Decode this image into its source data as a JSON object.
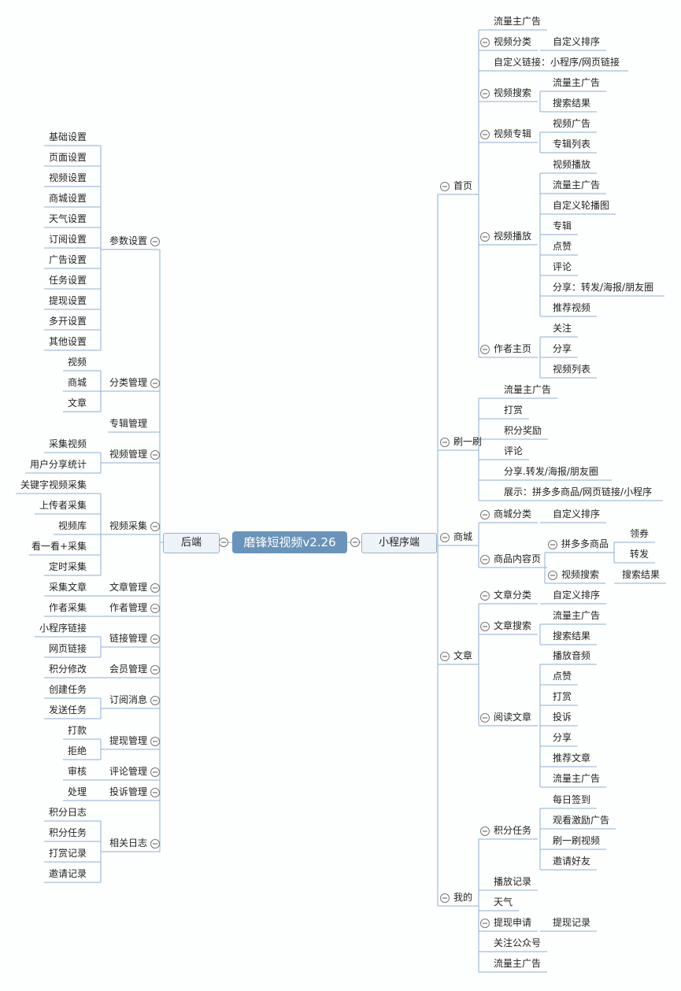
{
  "root": "磨锋短视频v2.26",
  "left_branch": "后端",
  "right_branch": "小程序端",
  "backend": [
    {
      "label": "参数设置",
      "children": [
        "基础设置",
        "页面设置",
        "视频设置",
        "商城设置",
        "天气设置",
        "订阅设置",
        "广告设置",
        "任务设置",
        "提现设置",
        "多开设置",
        "其他设置"
      ]
    },
    {
      "label": "分类管理",
      "children": [
        "视频",
        "商城",
        "文章"
      ]
    },
    {
      "label": "专辑管理",
      "children": []
    },
    {
      "label": "视频管理",
      "children": [
        "采集视频",
        "用户分享统计"
      ]
    },
    {
      "label": "视频采集",
      "children": [
        "关键字视频采集",
        "上传者采集",
        "视频库",
        "看一看+采集",
        "定时采集"
      ]
    },
    {
      "label": "文章管理",
      "children": [
        "采集文章"
      ]
    },
    {
      "label": "作者管理",
      "children": [
        "作者采集"
      ]
    },
    {
      "label": "链接管理",
      "children": [
        "小程序链接",
        "网页链接"
      ]
    },
    {
      "label": "会员管理",
      "children": [
        "积分修改"
      ]
    },
    {
      "label": "订阅消息",
      "children": [
        "创建任务",
        "发送任务"
      ]
    },
    {
      "label": "提现管理",
      "children": [
        "打款",
        "拒绝"
      ]
    },
    {
      "label": "评论管理",
      "children": [
        "审核"
      ]
    },
    {
      "label": "投诉管理",
      "children": [
        "处理"
      ]
    },
    {
      "label": "相关日志",
      "children": [
        "积分日志",
        "积分任务",
        "打赏记录",
        "邀请记录"
      ]
    }
  ],
  "miniapp": [
    {
      "label": "首页",
      "children": [
        {
          "label": "流量主广告",
          "children": []
        },
        {
          "label": "视频分类",
          "children": [
            {
              "label": "自定义排序"
            }
          ]
        },
        {
          "label": "自定义链接：小程序/网页链接",
          "children": []
        },
        {
          "label": "视频搜索",
          "children": [
            {
              "label": "流量主广告"
            },
            {
              "label": "搜索结果"
            }
          ]
        },
        {
          "label": "视频专辑",
          "children": [
            {
              "label": "视频广告"
            },
            {
              "label": "专辑列表"
            }
          ]
        },
        {
          "label": "视频播放",
          "children": [
            {
              "label": "视频播放"
            },
            {
              "label": "流量主广告"
            },
            {
              "label": "自定义轮播图"
            },
            {
              "label": "专辑"
            },
            {
              "label": "点赞"
            },
            {
              "label": "评论"
            },
            {
              "label": "分享：转发/海报/朋友圈"
            },
            {
              "label": "推荐视频"
            }
          ]
        },
        {
          "label": "作者主页",
          "children": [
            {
              "label": "关注"
            },
            {
              "label": "分享"
            },
            {
              "label": "视频列表"
            }
          ]
        }
      ]
    },
    {
      "label": "刷一刷",
      "children": [
        {
          "label": "流量主广告",
          "children": []
        },
        {
          "label": "打赏",
          "children": []
        },
        {
          "label": "积分奖励",
          "children": []
        },
        {
          "label": "评论",
          "children": []
        },
        {
          "label": "分享.转发/海报/朋友圈",
          "children": []
        },
        {
          "label": "展示：拼多多商品/网页链接/小程序",
          "children": []
        }
      ]
    },
    {
      "label": "商城",
      "children": [
        {
          "label": "商城分类",
          "children": [
            {
              "label": "自定义排序"
            }
          ]
        },
        {
          "label": "商品内容页",
          "children": [
            {
              "label": "拼多多商品",
              "children": [
                "领券",
                "转发"
              ]
            },
            {
              "label": "视频搜索",
              "children": [
                "搜索结果"
              ]
            }
          ]
        }
      ]
    },
    {
      "label": "文章",
      "children": [
        {
          "label": "文章分类",
          "children": [
            {
              "label": "自定义排序"
            }
          ]
        },
        {
          "label": "文章搜索",
          "children": [
            {
              "label": "流量主广告"
            },
            {
              "label": "搜索结果"
            }
          ]
        },
        {
          "label": "阅读文章",
          "children": [
            {
              "label": "播放音频"
            },
            {
              "label": "点赞"
            },
            {
              "label": "打赏"
            },
            {
              "label": "投诉"
            },
            {
              "label": "分享"
            },
            {
              "label": "推荐文章"
            },
            {
              "label": "流量主广告"
            }
          ]
        }
      ]
    },
    {
      "label": "我的",
      "children": [
        {
          "label": "积分任务",
          "children": [
            {
              "label": "每日签到"
            },
            {
              "label": "观看激励广告"
            },
            {
              "label": "刷一刷视频"
            },
            {
              "label": "邀请好友"
            }
          ]
        },
        {
          "label": "播放记录",
          "children": []
        },
        {
          "label": "天气",
          "children": []
        },
        {
          "label": "提现申请",
          "children": [
            {
              "label": "提现记录"
            }
          ]
        },
        {
          "label": "关注公众号",
          "children": []
        },
        {
          "label": "流量主广告",
          "children": []
        }
      ]
    }
  ]
}
